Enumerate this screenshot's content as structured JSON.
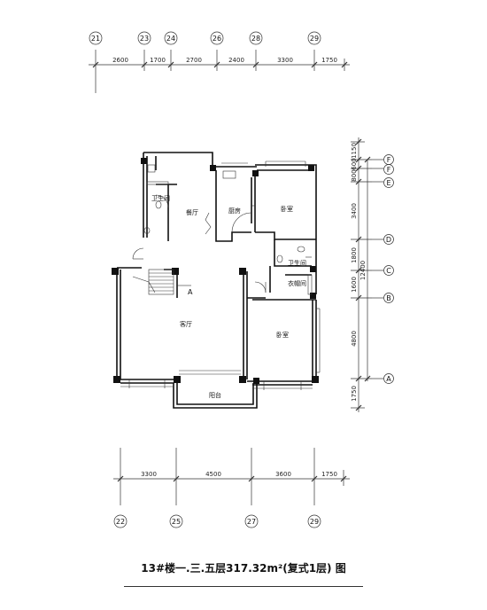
{
  "top_axes": [
    "21",
    "23",
    "24",
    "26",
    "28",
    "29"
  ],
  "top_dims": [
    "2600",
    "1700",
    "2700",
    "2400",
    "3300",
    "1750"
  ],
  "bottom_axes": [
    "22",
    "25",
    "27",
    "29"
  ],
  "bottom_dims": [
    "3300",
    "4500",
    "3600",
    "1750"
  ],
  "right_axes": [
    "F",
    "F",
    "E",
    "D",
    "C",
    "B",
    "A"
  ],
  "right_dims": [
    "1150",
    "600",
    "800",
    "3400",
    "1800",
    "1600",
    "4800",
    "1750"
  ],
  "right_total": "12400",
  "rooms": {
    "bathroom_1": "卫生间",
    "dining": "餐厅",
    "kitchen": "厨房",
    "bedroom_1": "卧室",
    "bathroom_2": "卫生间",
    "closet": "衣帽间",
    "living": "客厅",
    "bedroom_2": "卧室",
    "balcony": "阳台",
    "stair_mark": "A"
  },
  "caption": "13#楼一.三.五层317.32m²(复式1层) 图"
}
